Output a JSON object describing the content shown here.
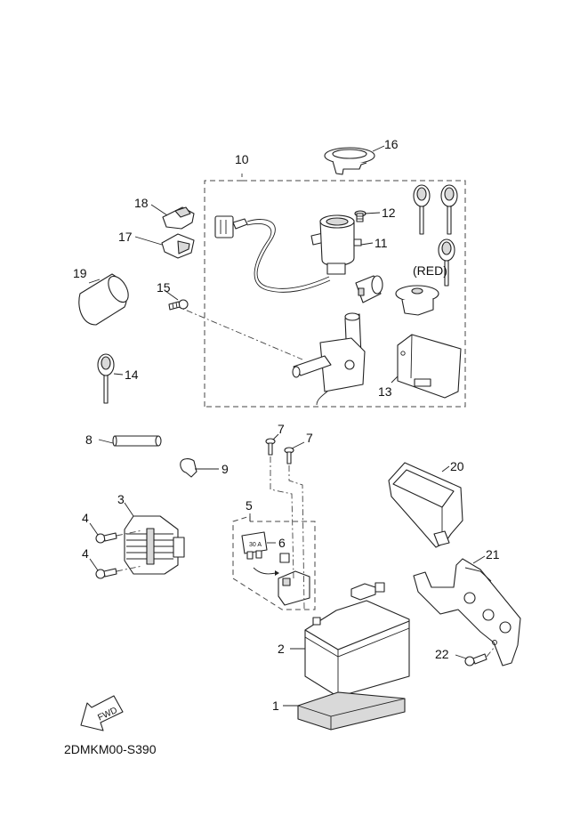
{
  "diagram": {
    "title": "Electrical parts exploded view",
    "drawing_code": "2DMKM00-S390",
    "fwd_label": "FWD",
    "key_note": "(RED)",
    "fuse_rating": "30 A",
    "callouts": {
      "p1": "1",
      "p2": "2",
      "p3": "3",
      "p4a": "4",
      "p4b": "4",
      "p5": "5",
      "p6": "6",
      "p7a": "7",
      "p7b": "7",
      "p8": "8",
      "p9": "9",
      "p10": "10",
      "p11": "11",
      "p12": "12",
      "p13": "13",
      "p14": "14",
      "p15": "15",
      "p16": "16",
      "p17": "17",
      "p18": "18",
      "p19": "19",
      "p20": "20",
      "p21": "21",
      "p22": "22"
    },
    "parts": [
      {
        "ref": "1",
        "name": "battery-pad"
      },
      {
        "ref": "2",
        "name": "battery"
      },
      {
        "ref": "3",
        "name": "rectifier-regulator"
      },
      {
        "ref": "4",
        "name": "bolt"
      },
      {
        "ref": "5",
        "name": "starter-relay-assembly"
      },
      {
        "ref": "6",
        "name": "fuse"
      },
      {
        "ref": "7",
        "name": "bolt"
      },
      {
        "ref": "8",
        "name": "tube"
      },
      {
        "ref": "9",
        "name": "clamp"
      },
      {
        "ref": "10",
        "name": "main-switch-kit"
      },
      {
        "ref": "11",
        "name": "main-switch"
      },
      {
        "ref": "12",
        "name": "screw"
      },
      {
        "ref": "13",
        "name": "immobilizer-unit"
      },
      {
        "ref": "14",
        "name": "key"
      },
      {
        "ref": "15",
        "name": "screw"
      },
      {
        "ref": "16",
        "name": "cap"
      },
      {
        "ref": "17",
        "name": "holder"
      },
      {
        "ref": "18",
        "name": "cover"
      },
      {
        "ref": "19",
        "name": "sleeve"
      },
      {
        "ref": "20",
        "name": "battery-cover"
      },
      {
        "ref": "21",
        "name": "battery-bracket"
      },
      {
        "ref": "22",
        "name": "bolt"
      }
    ]
  }
}
